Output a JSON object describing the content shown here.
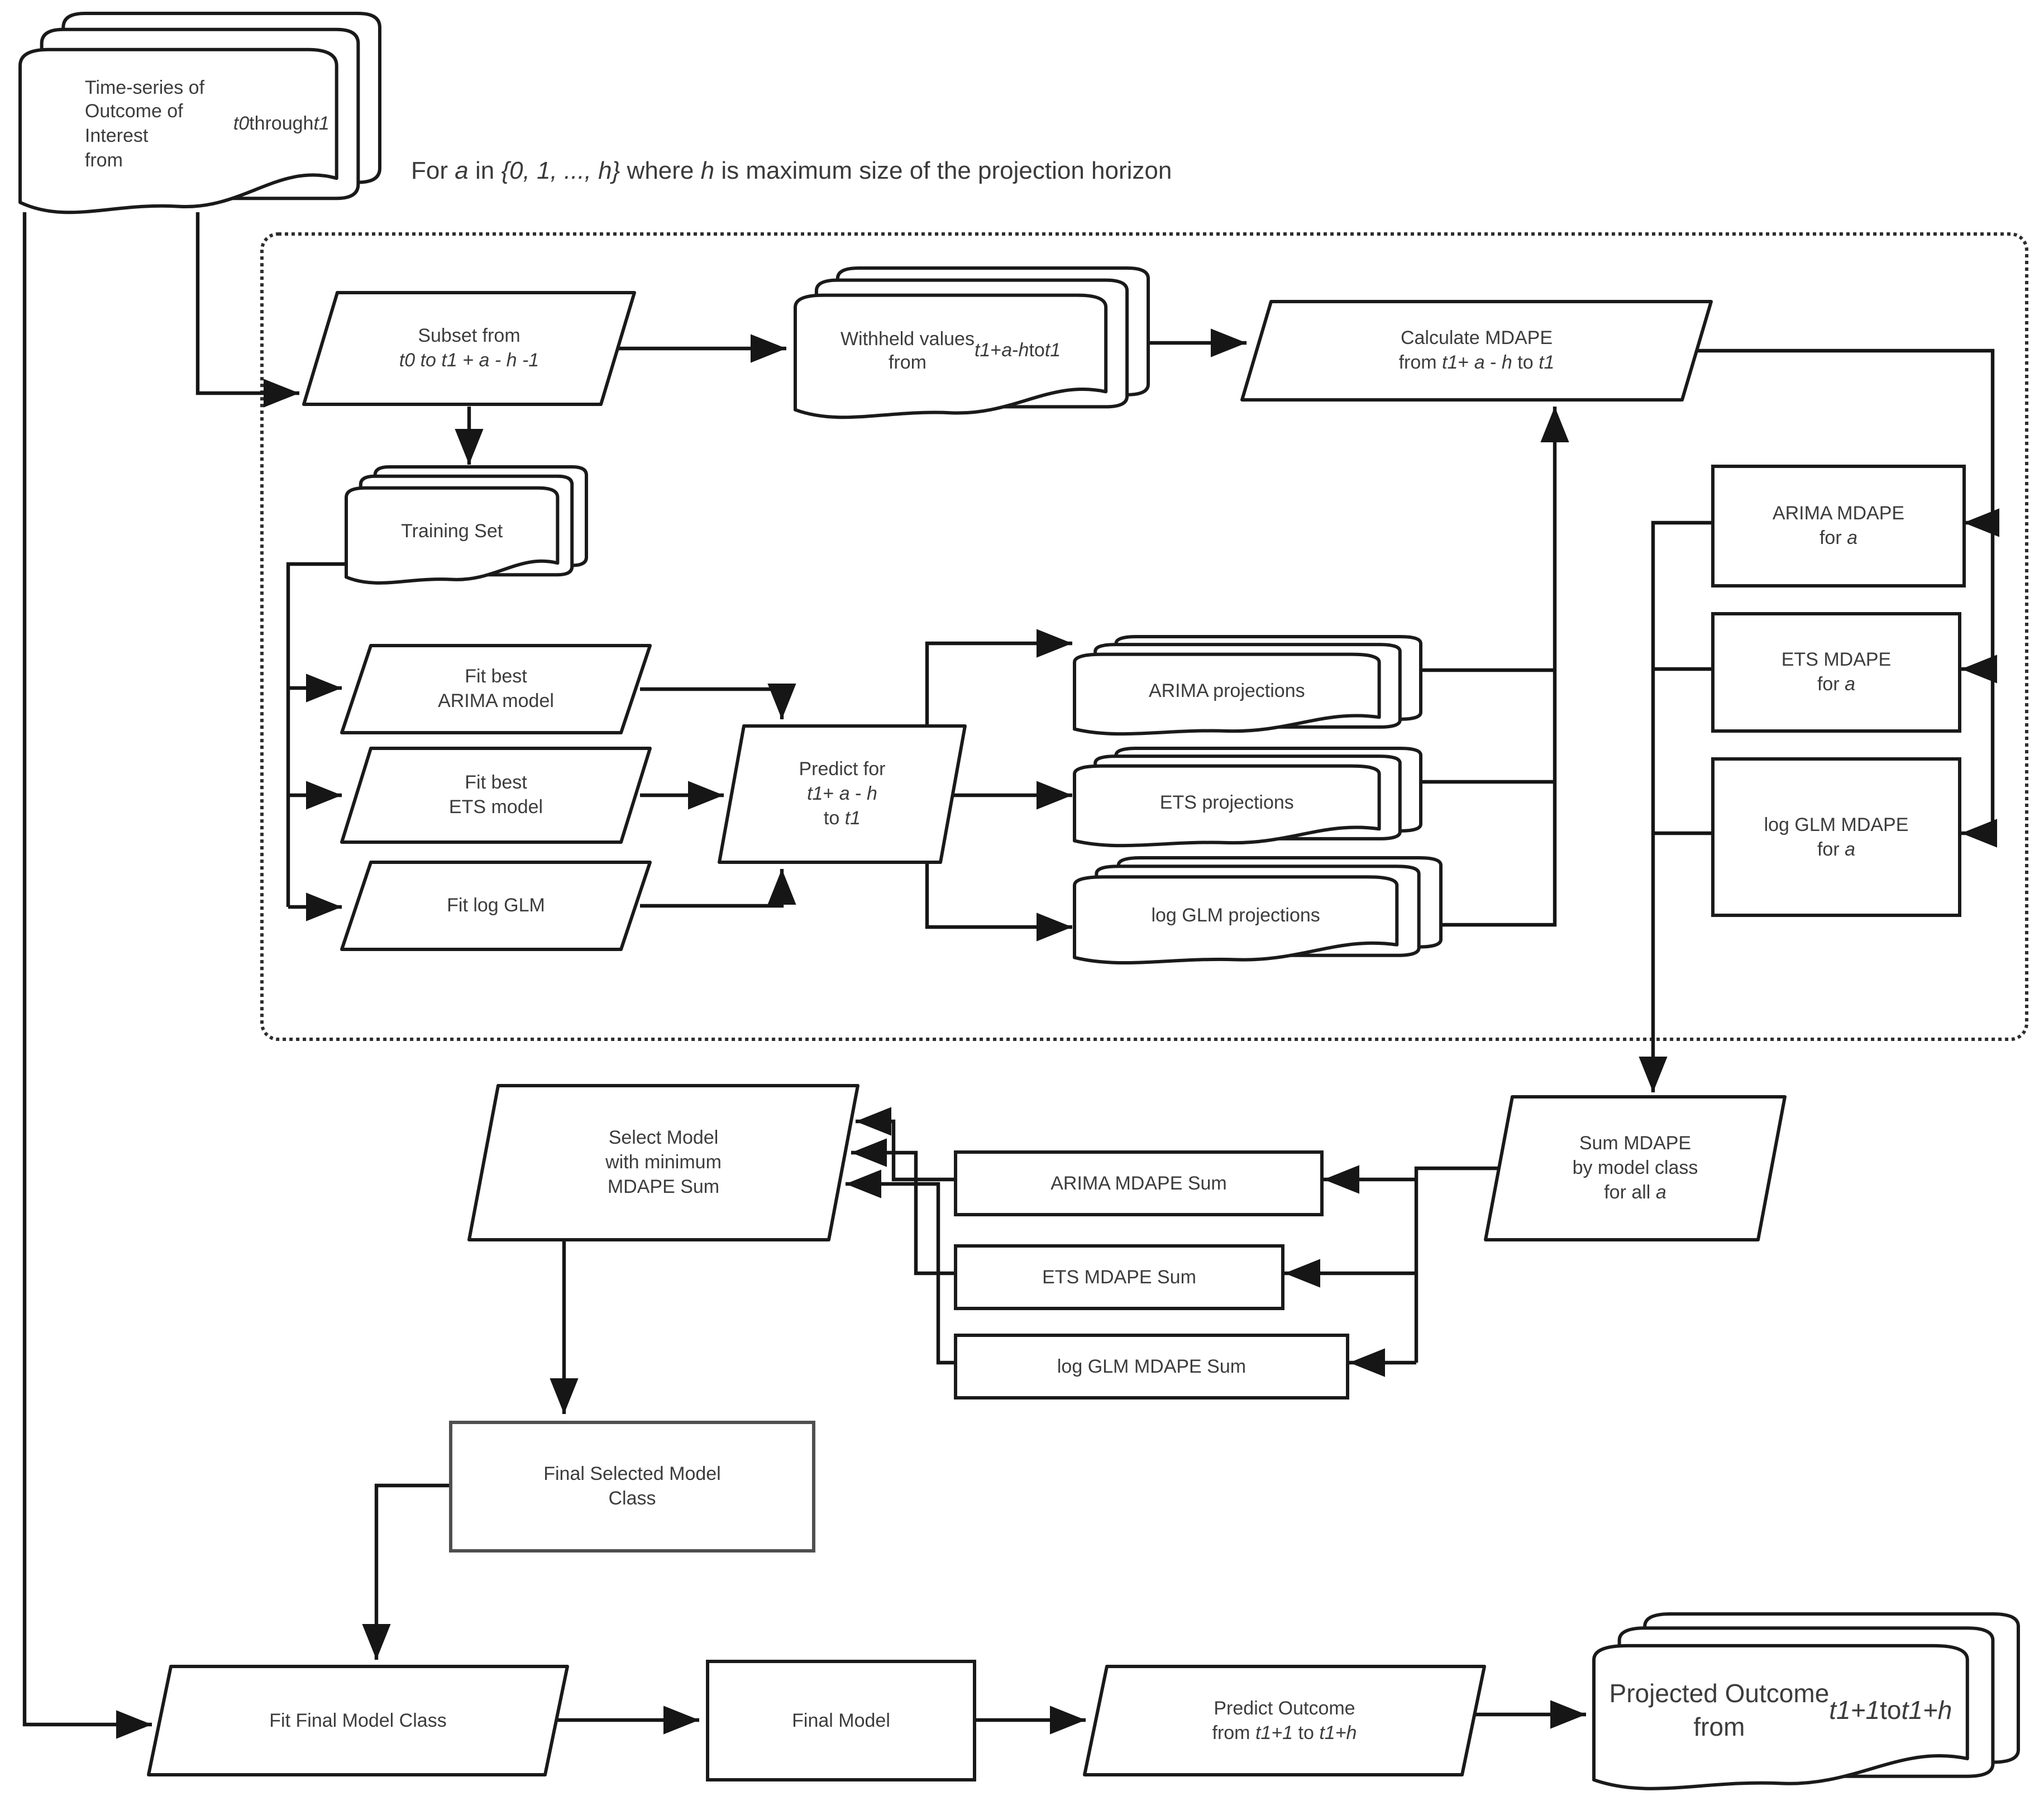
{
  "colors": {
    "line": "#161616",
    "text": "#3c3c3c",
    "background": "#ffffff"
  },
  "caption": "For [[a]] in [[{0, 1, ..., h}]] where [[h]] is maximum size of the projection horizon",
  "nodes": {
    "time_series": {
      "shape": "document-stack",
      "label": "Time-series of\nOutcome of Interest\nfrom [[t0]] through [[t1]]"
    },
    "subset": {
      "shape": "parallelogram",
      "label": "Subset from\n[[t0 to t1 + a - h -1]]"
    },
    "withheld": {
      "shape": "document-stack",
      "label": "Withheld values\nfrom [[t1]]+ [[a]] - [[h]] to [[t1]]"
    },
    "calculate": {
      "shape": "parallelogram",
      "label": "Calculate MDAPE\nfrom [[t1]]+ [[a]] - [[h]] to [[t1]]"
    },
    "training": {
      "shape": "document-stack",
      "label": "Training Set"
    },
    "fit_arima": {
      "shape": "parallelogram",
      "label": "Fit best\nARIMA model"
    },
    "fit_ets": {
      "shape": "parallelogram",
      "label": "Fit best\nETS model"
    },
    "fit_glm": {
      "shape": "parallelogram",
      "label": "Fit log GLM"
    },
    "predict": {
      "shape": "parallelogram",
      "label": "Predict for\n[[t1]]+ [[a]] - [[h]]\nto [[t1]]"
    },
    "proj_arima": {
      "shape": "document-stack",
      "label": "ARIMA projections"
    },
    "proj_ets": {
      "shape": "document-stack",
      "label": "ETS projections"
    },
    "proj_glm": {
      "shape": "document-stack",
      "label": "log GLM projections"
    },
    "mdape_arima": {
      "shape": "rectangle",
      "label": "ARIMA MDAPE\nfor [[a]]"
    },
    "mdape_ets": {
      "shape": "rectangle",
      "label": "ETS MDAPE\nfor [[a]]"
    },
    "mdape_glm": {
      "shape": "rectangle",
      "label": "log GLM MDAPE\nfor [[a]]"
    },
    "sum_mdape": {
      "shape": "parallelogram",
      "label": "Sum MDAPE\nby model class\nfor all [[a]]"
    },
    "sum_arima": {
      "shape": "rectangle",
      "label": "ARIMA MDAPE Sum"
    },
    "sum_ets": {
      "shape": "rectangle",
      "label": "ETS MDAPE Sum"
    },
    "sum_glm": {
      "shape": "rectangle",
      "label": "log GLM MDAPE Sum"
    },
    "select_model": {
      "shape": "parallelogram",
      "label": "Select Model\nwith minimum\nMDAPE Sum"
    },
    "final_class": {
      "shape": "rectangle",
      "label": "Final Selected Model\nClass"
    },
    "fit_final": {
      "shape": "parallelogram",
      "label": "Fit Final Model Class"
    },
    "final_model": {
      "shape": "rectangle",
      "label": "Final Model"
    },
    "predict_outcome": {
      "shape": "parallelogram",
      "label": "Predict Outcome\nfrom [[t1+1]] to [[t1+h]]"
    },
    "projected_outcome": {
      "shape": "document-stack",
      "label": "Projected Outcome\nfrom [[t1+1]] to [[t1+h]]"
    }
  }
}
